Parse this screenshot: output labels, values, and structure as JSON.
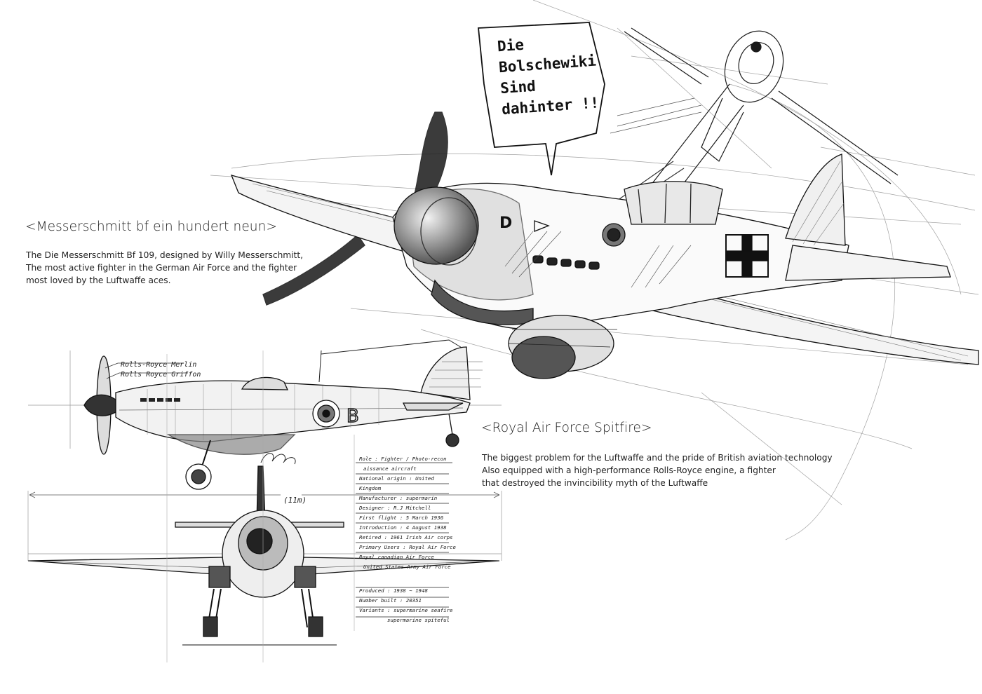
{
  "speech_bubble": {
    "lines": [
      "Die",
      "Bolschewiki",
      "Sind",
      "dahinter !!"
    ]
  },
  "messerschmitt": {
    "title": "<Messerschmitt bf ein hundert neun>",
    "description": [
      "The Die Messerschmitt Bf 109, designed by Willy Messerschmitt,",
      "The most active fighter in the German Air Force and the fighter",
      "most loved by the Luftwaffe aces."
    ]
  },
  "spitfire": {
    "title": "<Royal Air Force Spitfire>",
    "description": [
      "The biggest problem for the Luftwaffe and the pride of British aviation technology",
      "Also equipped with a high-performance Rolls-Royce engine, a fighter",
      "that destroyed the invincibility myth of the Luftwaffe"
    ]
  },
  "blueprint_notes": {
    "engine_labels": [
      "Rolls-Royce Merlin",
      "Rolls Royce Griffon"
    ],
    "dimension": "(11m)",
    "specs": [
      "Role : Fighter / Photo-recon",
      "aissance aircraft",
      "National origin : United Kingdom",
      "Manufacturer : supermarin",
      "Designer : R.J Mitchell",
      "First flight : 5 March 1936",
      "Introduction : 4 August 1938",
      "Retired : 1961 Irish Air corps",
      "Primary Users : Royal Air Force",
      "Royal canadian Air Force",
      "United States Army Air Force",
      "Produced : 1938 ~ 1948",
      "Number built : 20351",
      "Variants : supermarine seafire",
      "supermarine spiteful"
    ]
  }
}
